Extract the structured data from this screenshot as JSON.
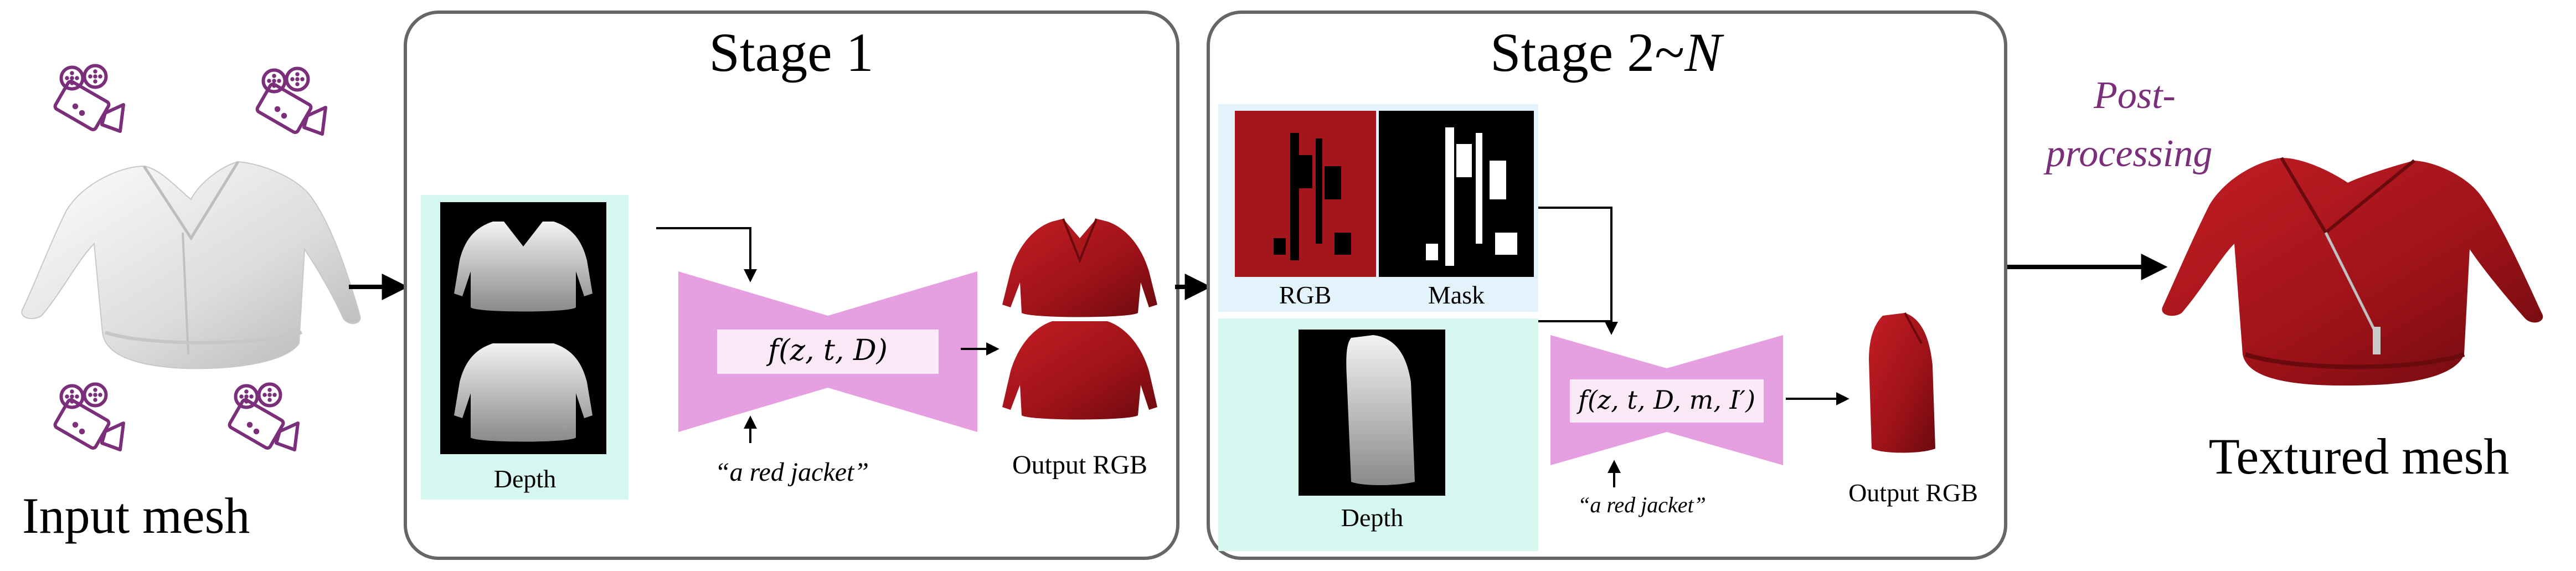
{
  "colors": {
    "camera": "#7b2f7b",
    "post_processing": "#7b2f7b",
    "stage_border": "#666666",
    "depth_panel_bg": "#d6f7ef",
    "rgb_mask_panel_bg": "#e3f3fb",
    "unet": "#e69fe0",
    "jacket_red": "#a5161c",
    "jacket_white": "#e8e8e8"
  },
  "icons": [
    "camera-icon",
    "camera-icon",
    "camera-icon",
    "camera-icon"
  ],
  "input": {
    "label": "Input mesh"
  },
  "stage1": {
    "title": "Stage 1",
    "depth_label": "Depth",
    "formula": "f(z, t, D)",
    "prompt": "“a red jacket”",
    "output_label": "Output RGB"
  },
  "stage2": {
    "title_prefix": "Stage 2~",
    "title_var": "N",
    "rgb_label": "RGB",
    "mask_label": "Mask",
    "depth_label": "Depth",
    "formula": "f(z, t, D, m, I′)",
    "prompt": "“a red jacket”",
    "output_label": "Output RGB"
  },
  "post": {
    "line1": "Post-",
    "line2": "processing"
  },
  "output": {
    "label": "Textured mesh"
  }
}
